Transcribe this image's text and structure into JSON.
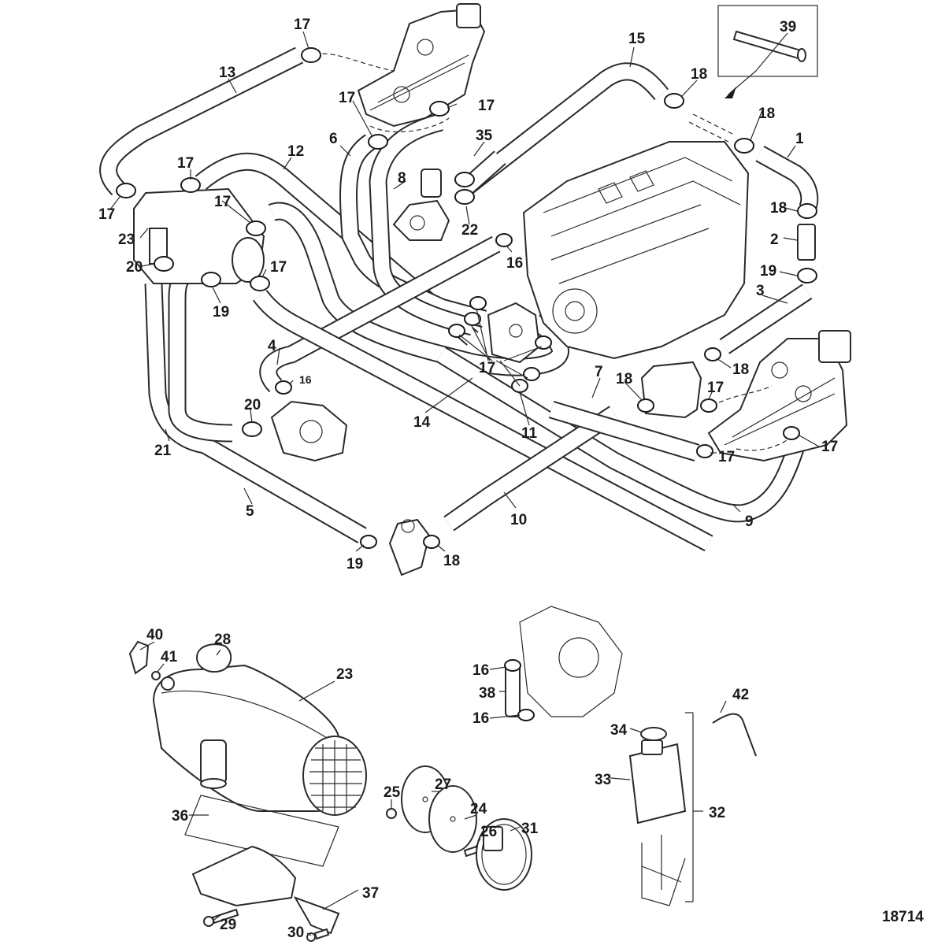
{
  "figure_number": "18714",
  "callouts": {
    "c1": "1",
    "c2": "2",
    "c3": "3",
    "c4": "4",
    "c5": "5",
    "c6": "6",
    "c7": "7",
    "c8": "8",
    "c9": "9",
    "c10": "10",
    "c11": "11",
    "c12": "12",
    "c13": "13",
    "c14": "14",
    "c15": "15",
    "c16": "16",
    "c17": "17",
    "c18": "18",
    "c19": "19",
    "c20": "20",
    "c21": "21",
    "c22": "22",
    "c23": "23",
    "c24": "24",
    "c25": "25",
    "c26": "26",
    "c27": "27",
    "c28": "28",
    "c29": "29",
    "c30": "30",
    "c31": "31",
    "c32": "32",
    "c33": "33",
    "c34": "34",
    "c35": "35",
    "c36": "36",
    "c37": "37",
    "c38": "38",
    "c39": "39",
    "c40": "40",
    "c41": "41",
    "c42": "42"
  }
}
